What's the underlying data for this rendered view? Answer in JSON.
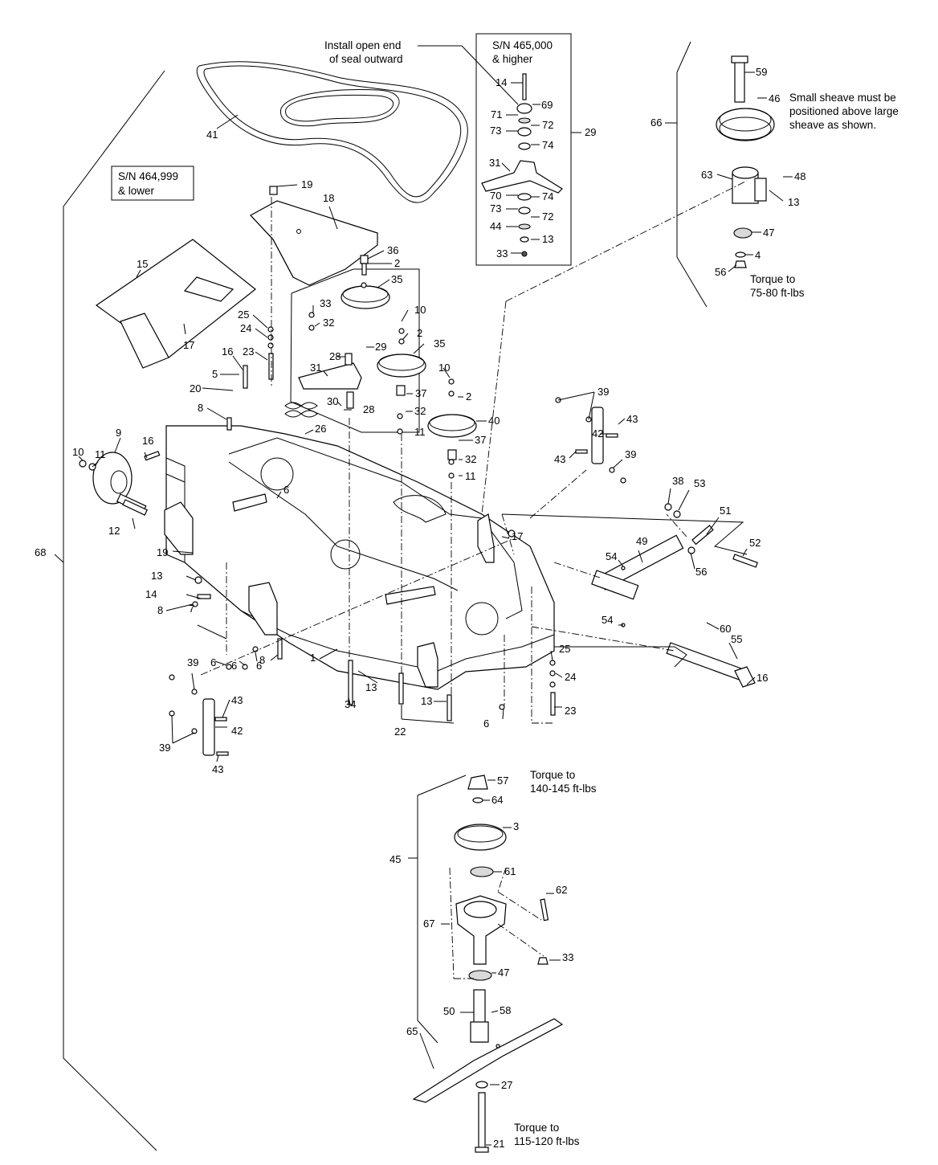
{
  "notes": {
    "seal": [
      "Install open end",
      "of seal outward"
    ],
    "sn_high": [
      "S/N 465,000",
      "& higher"
    ],
    "sn_low": [
      "S/N 464,999",
      "& lower"
    ],
    "sheave": [
      "Small sheave must be",
      "positioned above large",
      "sheave as shown."
    ],
    "torque_7580": [
      "Torque to",
      "75-80 ft-lbs"
    ],
    "torque_140145": [
      "Torque to",
      "140-145 ft-lbs"
    ],
    "torque_115120": [
      "Torque to",
      "115-120 ft-lbs"
    ]
  },
  "callouts": [
    {
      "id": "c1",
      "text": "41"
    },
    {
      "id": "c2",
      "text": "14"
    },
    {
      "id": "c3",
      "text": "71"
    },
    {
      "id": "c4",
      "text": "69"
    },
    {
      "id": "c5",
      "text": "73"
    },
    {
      "id": "c6",
      "text": "72"
    },
    {
      "id": "c7",
      "text": "74"
    },
    {
      "id": "c8",
      "text": "29"
    },
    {
      "id": "c9",
      "text": "31"
    },
    {
      "id": "c10",
      "text": "70"
    },
    {
      "id": "c11",
      "text": "74"
    },
    {
      "id": "c12",
      "text": "73"
    },
    {
      "id": "c13",
      "text": "72"
    },
    {
      "id": "c14",
      "text": "44"
    },
    {
      "id": "c15",
      "text": "13"
    },
    {
      "id": "c16",
      "text": "33"
    },
    {
      "id": "c17",
      "text": "59"
    },
    {
      "id": "c18",
      "text": "46"
    },
    {
      "id": "c19",
      "text": "66"
    },
    {
      "id": "c20",
      "text": "63"
    },
    {
      "id": "c21",
      "text": "48"
    },
    {
      "id": "c22",
      "text": "13"
    },
    {
      "id": "c23",
      "text": "47"
    },
    {
      "id": "c24",
      "text": "4"
    },
    {
      "id": "c25",
      "text": "56"
    },
    {
      "id": "c26",
      "text": "19"
    },
    {
      "id": "c27",
      "text": "18"
    },
    {
      "id": "c28",
      "text": "15"
    },
    {
      "id": "c29",
      "text": "36"
    },
    {
      "id": "c30",
      "text": "2"
    },
    {
      "id": "c31",
      "text": "35"
    },
    {
      "id": "c32",
      "text": "17"
    },
    {
      "id": "c33",
      "text": "25"
    },
    {
      "id": "c34",
      "text": "24"
    },
    {
      "id": "c35",
      "text": "23"
    },
    {
      "id": "c36",
      "text": "16"
    },
    {
      "id": "c37",
      "text": "33"
    },
    {
      "id": "c38",
      "text": "32"
    },
    {
      "id": "c39",
      "text": "28"
    },
    {
      "id": "c40",
      "text": "29"
    },
    {
      "id": "c41",
      "text": "31"
    },
    {
      "id": "c42",
      "text": "10"
    },
    {
      "id": "c43",
      "text": "2"
    },
    {
      "id": "c44",
      "text": "35"
    },
    {
      "id": "c45",
      "text": "5"
    },
    {
      "id": "c46",
      "text": "20"
    },
    {
      "id": "c47",
      "text": "30"
    },
    {
      "id": "c48",
      "text": "28"
    },
    {
      "id": "c49",
      "text": "37"
    },
    {
      "id": "c50",
      "text": "10"
    },
    {
      "id": "c51",
      "text": "2"
    },
    {
      "id": "c52",
      "text": "8"
    },
    {
      "id": "c53",
      "text": "26"
    },
    {
      "id": "c54",
      "text": "32"
    },
    {
      "id": "c55",
      "text": "40"
    },
    {
      "id": "c56",
      "text": "11"
    },
    {
      "id": "c57",
      "text": "37"
    },
    {
      "id": "c58",
      "text": "32"
    },
    {
      "id": "c59",
      "text": "11"
    },
    {
      "id": "c60",
      "text": "39"
    },
    {
      "id": "c61",
      "text": "43"
    },
    {
      "id": "c62",
      "text": "42"
    },
    {
      "id": "c63",
      "text": "43"
    },
    {
      "id": "c64",
      "text": "39"
    },
    {
      "id": "c65",
      "text": "10"
    },
    {
      "id": "c66",
      "text": "11"
    },
    {
      "id": "c67",
      "text": "9"
    },
    {
      "id": "c68",
      "text": "16"
    },
    {
      "id": "c69",
      "text": "6"
    },
    {
      "id": "c70",
      "text": "38"
    },
    {
      "id": "c71",
      "text": "53"
    },
    {
      "id": "c72",
      "text": "51"
    },
    {
      "id": "c73",
      "text": "52"
    },
    {
      "id": "c74",
      "text": "12"
    },
    {
      "id": "c75",
      "text": "17"
    },
    {
      "id": "c76",
      "text": "68"
    },
    {
      "id": "c77",
      "text": "54"
    },
    {
      "id": "c78",
      "text": "49"
    },
    {
      "id": "c79",
      "text": "56"
    },
    {
      "id": "c80",
      "text": "19"
    },
    {
      "id": "c81",
      "text": "13"
    },
    {
      "id": "c82",
      "text": "14"
    },
    {
      "id": "c83",
      "text": "8"
    },
    {
      "id": "c84",
      "text": "54"
    },
    {
      "id": "c85",
      "text": "60"
    },
    {
      "id": "c86",
      "text": "7"
    },
    {
      "id": "c87",
      "text": "8"
    },
    {
      "id": "c88",
      "text": "55"
    },
    {
      "id": "c89",
      "text": "6"
    },
    {
      "id": "c90",
      "text": "6"
    },
    {
      "id": "c91",
      "text": "6"
    },
    {
      "id": "c92",
      "text": "1"
    },
    {
      "id": "c93",
      "text": "25"
    },
    {
      "id": "c94",
      "text": "24"
    },
    {
      "id": "c95",
      "text": "16"
    },
    {
      "id": "c96",
      "text": "39"
    },
    {
      "id": "c97",
      "text": "13"
    },
    {
      "id": "c98",
      "text": "34"
    },
    {
      "id": "c99",
      "text": "13"
    },
    {
      "id": "c100",
      "text": "23"
    },
    {
      "id": "c101",
      "text": "43"
    },
    {
      "id": "c102",
      "text": "6"
    },
    {
      "id": "c103",
      "text": "22"
    },
    {
      "id": "c104",
      "text": "42"
    },
    {
      "id": "c105",
      "text": "39"
    },
    {
      "id": "c106",
      "text": "43"
    },
    {
      "id": "c107",
      "text": "57"
    },
    {
      "id": "c108",
      "text": "64"
    },
    {
      "id": "c109",
      "text": "3"
    },
    {
      "id": "c110",
      "text": "45"
    },
    {
      "id": "c111",
      "text": "61"
    },
    {
      "id": "c112",
      "text": "62"
    },
    {
      "id": "c113",
      "text": "67"
    },
    {
      "id": "c114",
      "text": "33"
    },
    {
      "id": "c115",
      "text": "47"
    },
    {
      "id": "c116",
      "text": "50"
    },
    {
      "id": "c117",
      "text": "58"
    },
    {
      "id": "c118",
      "text": "65"
    },
    {
      "id": "c119",
      "text": "27"
    },
    {
      "id": "c120",
      "text": "21"
    }
  ]
}
